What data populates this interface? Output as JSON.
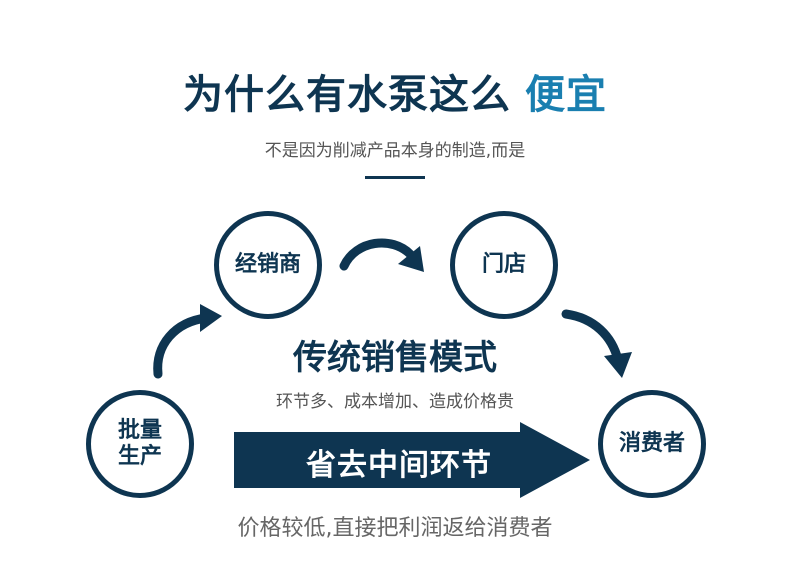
{
  "header": {
    "title": "为什么有水泵这么",
    "title_highlight": "便宜",
    "subtitle": "不是因为削减产品本身的制造,而是"
  },
  "diagram": {
    "nodes": {
      "distributor": "经销商",
      "store": "门店",
      "mass_production_line1": "批量",
      "mass_production_line2": "生产",
      "consumer": "消费者"
    },
    "traditional_mode": {
      "title": "传统销售模式",
      "description": "环节多、成本增加、造成价格贵"
    },
    "banner": "省去中间环节",
    "bottom_note": "价格较低,直接把利润返给消费者"
  },
  "colors": {
    "primary": "#0e3551",
    "highlight": "#1a7fb0",
    "muted_text": "#555555"
  }
}
